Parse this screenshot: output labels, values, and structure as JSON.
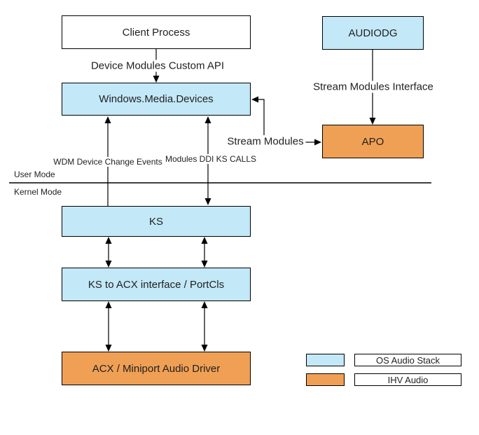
{
  "colors": {
    "os_audio_stack_fill": "#C3E8F8",
    "ihv_audio_fill": "#F0A055",
    "line": "#000000"
  },
  "boxes": {
    "client_process": {
      "label": "Client Process"
    },
    "audiodg": {
      "label": "AUDIODG"
    },
    "windows_media_devices": {
      "label": "Windows.Media.Devices"
    },
    "apo": {
      "label": "APO"
    },
    "ks": {
      "label": "KS"
    },
    "ks_to_acx": {
      "label": "KS to ACX interface / PortCls"
    },
    "acx_miniport": {
      "label": "ACX / Miniport Audio Driver"
    }
  },
  "connector_labels": {
    "device_modules_custom_api": "Device Modules Custom API",
    "stream_modules_interface": "Stream Modules Interface",
    "stream_modules": "Stream Modules",
    "wdm_device_change_events": "WDM Device Change Events",
    "modules_ddi_ks_calls": "Modules DDI KS CALLS"
  },
  "mode_divider": {
    "user_mode": "User Mode",
    "kernel_mode": "Kernel Mode"
  },
  "legend": {
    "items": [
      {
        "label": "OS Audio Stack",
        "color": "#C3E8F8"
      },
      {
        "label": "IHV Audio",
        "color": "#F0A055"
      }
    ]
  }
}
